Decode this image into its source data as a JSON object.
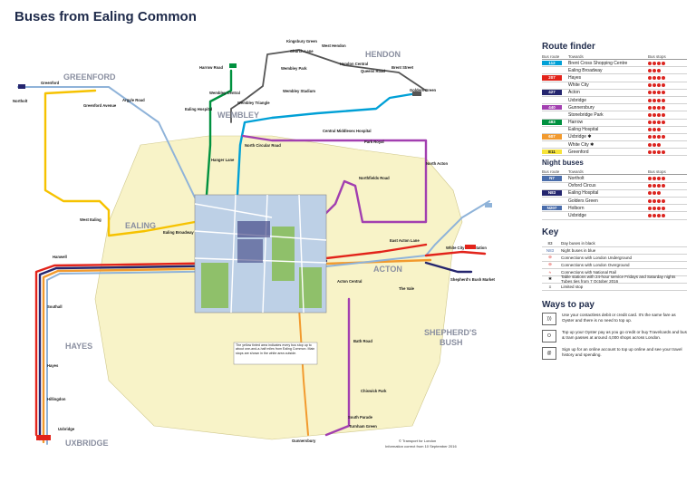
{
  "title": "Buses from Ealing Common",
  "areas": {
    "greenford": "GREENFORD",
    "hendon": "HENDON",
    "wembley": "WEMBLEY",
    "ealing": "EALING",
    "acton": "ACTON",
    "hayes": "HAYES",
    "shepherds_bush_1": "SHEPHERD'S",
    "shepherds_bush_2": "BUSH",
    "uxbridge": "UXBRIDGE"
  },
  "stops": {
    "greenford": "Greenford",
    "northolt": "Northolt",
    "argyle_road": "Argyle Road",
    "greenford_avenue": "Greenford Avenue",
    "kingsbury_green": "Kingsbury Green",
    "west_hendon": "West Hendon",
    "church_lane": "Church Lane",
    "hendon_central": "Hendon Central",
    "brent_street": "Brent Street",
    "queens_road": "Queens Road",
    "golders_green": "Golders Green",
    "harrow_road": "Harrow Road",
    "wembley_central": "Wembley Central",
    "wembley_triangle": "Wembley Triangle",
    "wembley_park": "Wembley Park",
    "wembley_stadium": "Wembley Stadium",
    "ealing_hospital": "Ealing Hospital",
    "hanger_lane": "Hanger Lane",
    "north_circular_road": "North Circular Road",
    "park_royal": "Park Royal",
    "central_middlesex": "Central Middlesex Hospital",
    "north_acton": "North Acton",
    "northfields_road": "Northfields Road",
    "ealing_broadway": "Ealing Broadway",
    "west_ealing": "West Ealing",
    "east_acton_lane": "East Acton Lane",
    "white_city": "White City Bus Station",
    "shepherds_bush_green": "Shepherd's Bush Market",
    "acton_central": "Acton Central",
    "the_vale": "The Vale",
    "turnham_green": "Turnham Green",
    "bath_road": "Bath Road",
    "chiswick_park": "Chiswick Park",
    "hillingdon": "Hillingdon",
    "uxbridge": "Uxbridge",
    "hayes_stn": "Hayes",
    "southall": "Southall",
    "hanwell": "Hanwell",
    "gunnersbury": "Gunnersbury",
    "south_parade": "South Parade"
  },
  "centre_map": {
    "note": "The yellow tinted area indicates every bus stop up to about one-and-a-half miles from Ealing Common. Main stops are shown in the white area outside."
  },
  "footer": {
    "copyright": "© Transport for London",
    "info": "Information correct from 10 September 2016"
  },
  "route_finder": {
    "heading": "Route finder",
    "columns": [
      "Bus route",
      "Towards",
      "Bus stops"
    ],
    "rows": [
      {
        "route": "112",
        "color": "#00a0d6",
        "towards": "Brent Cross Shopping Centre",
        "stops": 4
      },
      {
        "route": "",
        "color": "#ffffff",
        "towards": "Ealing Broadway",
        "stops": 3
      },
      {
        "route": "207",
        "color": "#e2231a",
        "towards": "Hayes",
        "stops": 4
      },
      {
        "route": "",
        "color": "#ffffff",
        "towards": "White City",
        "stops": 4
      },
      {
        "route": "427",
        "color": "#24256e",
        "towards": "Acton",
        "stops": 4
      },
      {
        "route": "",
        "color": "#ffffff",
        "towards": "Uxbridge",
        "stops": 4
      },
      {
        "route": "440",
        "color": "#a23fb0",
        "towards": "Gunnersbury",
        "stops": 4
      },
      {
        "route": "",
        "color": "#ffffff",
        "towards": "Stonebridge Park",
        "stops": 4
      },
      {
        "route": "483",
        "color": "#00913f",
        "towards": "Harrow",
        "stops": 4
      },
      {
        "route": "",
        "color": "#ffffff",
        "towards": "Ealing Hospital",
        "stops": 3
      },
      {
        "route": "607",
        "color": "#f29a2e",
        "towards": "Uxbridge ✱",
        "stops": 4
      },
      {
        "route": "",
        "color": "#ffffff",
        "towards": "White City ✱",
        "stops": 3
      },
      {
        "route": "E11",
        "color": "#f6e33a",
        "towards": "Greenford",
        "stops": 4
      }
    ]
  },
  "night_buses": {
    "heading": "Night buses",
    "columns": [
      "Bus route",
      "Towards",
      "Bus stops"
    ],
    "rows": [
      {
        "route": "N7",
        "color": "#4a6dab",
        "towards": "Northolt",
        "stops": 4
      },
      {
        "route": "",
        "color": "#ffffff",
        "towards": "Oxford Circus",
        "stops": 4
      },
      {
        "route": "N83",
        "color": "#24256e",
        "towards": "Ealing Hospital",
        "stops": 3
      },
      {
        "route": "",
        "color": "#ffffff",
        "towards": "Golders Green",
        "stops": 4
      },
      {
        "route": "N207",
        "color": "#4a6dab",
        "towards": "Holborn",
        "stops": 4
      },
      {
        "route": "",
        "color": "#ffffff",
        "towards": "Uxbridge",
        "stops": 4
      }
    ]
  },
  "key": {
    "heading": "Key",
    "items": [
      {
        "sym": "83",
        "text": "Day buses in black"
      },
      {
        "sym": "N83",
        "text": "Night buses in blue"
      },
      {
        "sym": "⊖",
        "text": "Connections with London Underground"
      },
      {
        "sym": "⊖",
        "text": "Connections with London Overground"
      },
      {
        "sym": "≈",
        "text": "Connections with National Rail"
      },
      {
        "sym": "✱",
        "text": "Table stations with 24-hour service Fridays and Saturday nights Tubes ties from 7 October 2016"
      },
      {
        "sym": "≡",
        "text": "Limited stop"
      }
    ]
  },
  "ways_to_pay": {
    "heading": "Ways to pay",
    "items": [
      {
        "icon": "contactless-icon",
        "glyph": ")))",
        "text": "Use your contactless debit or credit card. It's the same fare as Oyster and there is no need to top up."
      },
      {
        "icon": "oyster-icon",
        "glyph": "O",
        "text": "Top up your Oyster pay as you go credit or buy Travelcards and bus & tram passes at around 4,000 shops across London."
      },
      {
        "icon": "online-icon",
        "glyph": "@",
        "text": "Sign up for an online account to top up online and see your travel history and spending."
      }
    ]
  },
  "colors": {
    "route_112": "#00a0d6",
    "route_207": "#e2231a",
    "route_427": "#24256e",
    "route_440": "#a23fb0",
    "route_483": "#00913f",
    "route_607": "#f29a2e",
    "route_E11": "#f6e33a",
    "night": "#8fb3d9",
    "zone_fill": "#f8f3c8"
  }
}
